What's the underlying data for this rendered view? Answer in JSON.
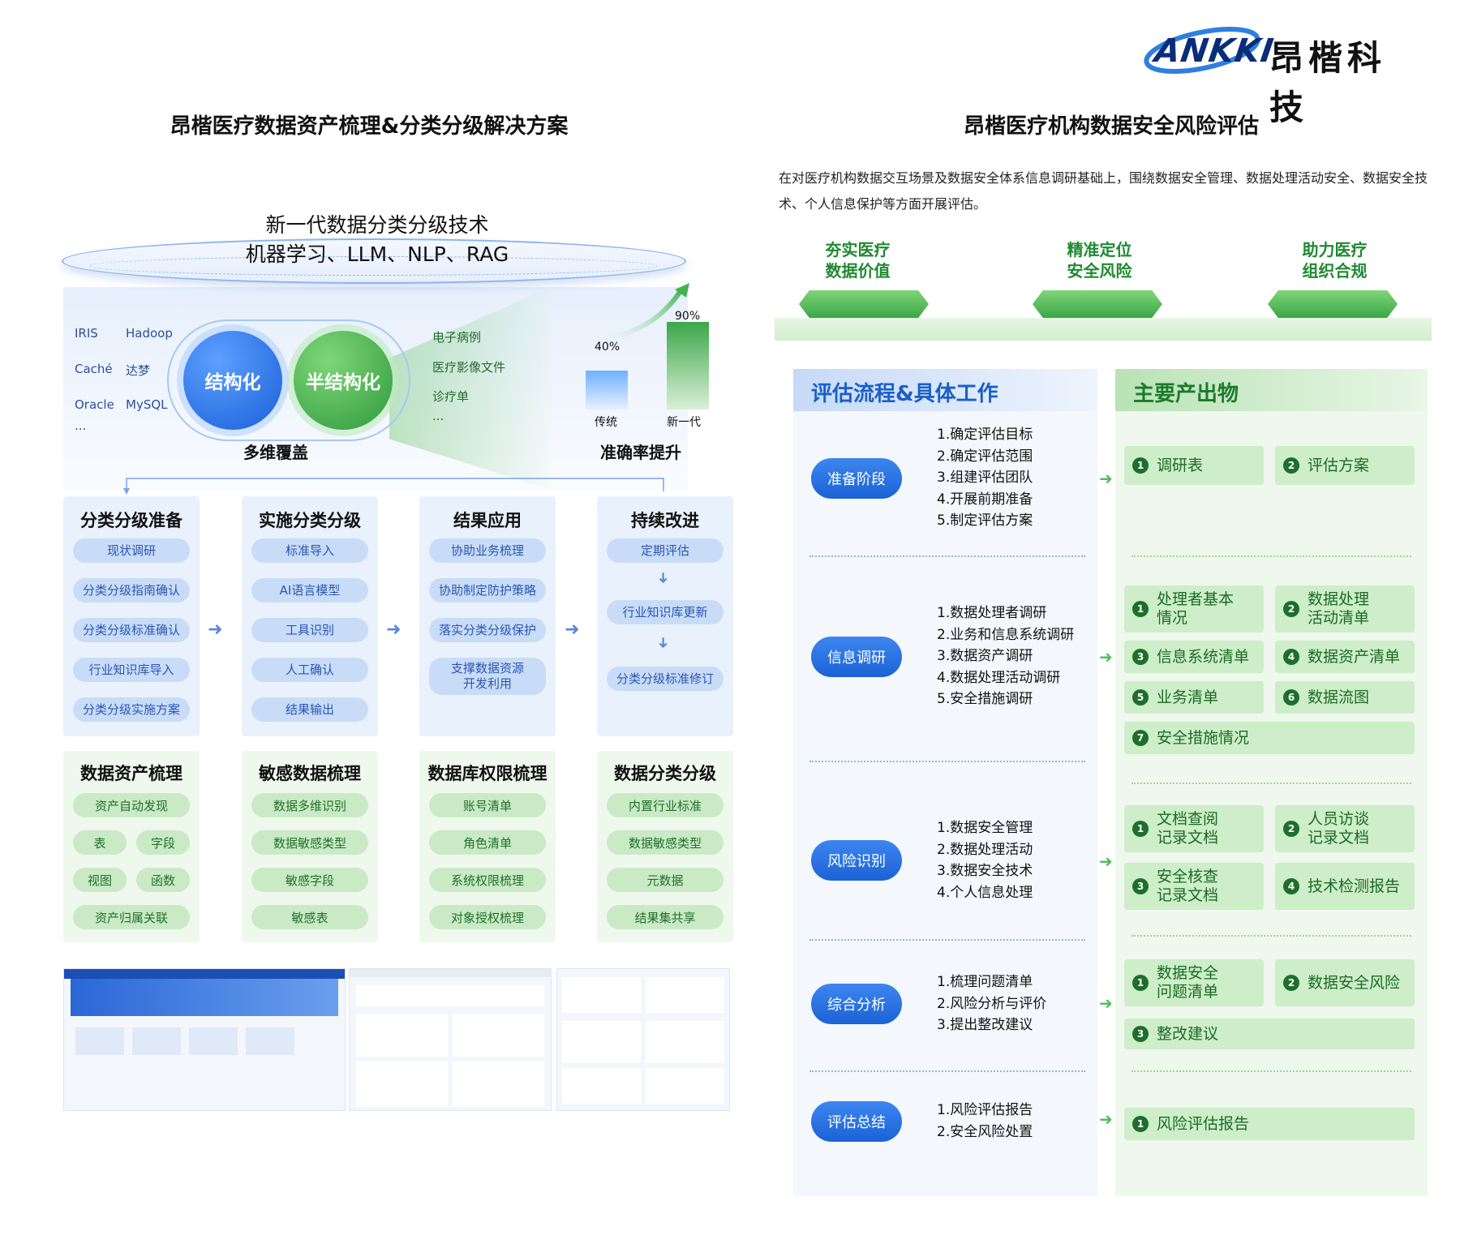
{
  "brand": {
    "en": "ANKKI",
    "cn": "昂楷科技"
  },
  "left": {
    "title": "昂楷医疗数据资产梳理&分类分级解决方案",
    "hero": {
      "line1": "新一代数据分类分级技术",
      "line2": "机器学习、LLM、NLP、RAG"
    },
    "sources": [
      "IRIS",
      "Hadoop",
      "Caché",
      "达梦",
      "Oracle",
      "MySQL",
      "..."
    ],
    "ball1": "结构化",
    "ball2": "半结构化",
    "semi_sources": [
      "电子病例",
      "医疗影像文件",
      "诊疗单",
      "..."
    ],
    "multi": "多维覆盖",
    "accuracy": {
      "label": "准确率提升",
      "traditional": "传统",
      "new": "新一代",
      "traditional_pct": "40%",
      "new_pct": "90%",
      "traditional_value": 40,
      "new_value": 90
    },
    "steps": [
      {
        "title": "分类分级准备",
        "items": [
          "现状调研",
          "分类分级指南确认",
          "分类分级标准确认",
          "行业知识库导入",
          "分类分级实施方案"
        ]
      },
      {
        "title": "实施分类分级",
        "items": [
          "标准导入",
          "AI语言模型",
          "工具识别",
          "人工确认",
          "结果输出"
        ]
      },
      {
        "title": "结果应用",
        "items": [
          "协助业务梳理",
          "协助制定防护策略",
          "落实分类分级保护",
          "支撑数据资源\n开发利用"
        ]
      },
      {
        "title": "持续改进",
        "items": [
          "定期评估",
          "行业知识库更新",
          "分类分级标准修订"
        ]
      }
    ],
    "modules": [
      {
        "title": "数据资产梳理",
        "items": [
          "资产自动发现",
          "表",
          "字段",
          "视图",
          "函数",
          "资产归属关联"
        ]
      },
      {
        "title": "敏感数据梳理",
        "items": [
          "数据多维识别",
          "数据敏感类型",
          "敏感字段",
          "敏感表"
        ]
      },
      {
        "title": "数据库权限梳理",
        "items": [
          "账号清单",
          "角色清单",
          "系统权限梳理",
          "对象授权梳理"
        ]
      },
      {
        "title": "数据分类分级",
        "items": [
          "内置行业标准",
          "数据敏感类型",
          "元数据",
          "结果集共享"
        ]
      }
    ]
  },
  "right": {
    "title": "昂楷医疗机构数据安全风险评估",
    "intro": "在对医疗机构数据交互场景及数据安全体系信息调研基础上，围绕数据安全管理、数据处理活动安全、数据安全技术、个人信息保护等方面开展评估。",
    "goals": [
      [
        "夯实医疗",
        "数据价值"
      ],
      [
        "精准定位",
        "安全风险"
      ],
      [
        "助力医疗",
        "组织合规"
      ]
    ],
    "process_header": "评估流程&具体工作",
    "output_header": "主要产出物",
    "stages": [
      {
        "name": "准备阶段",
        "tasks": [
          "1.确定评估目标",
          "2.确定评估范围",
          "3.组建评估团队",
          "4.开展前期准备",
          "5.制定评估方案"
        ],
        "outputs": [
          [
            "1",
            "调研表"
          ],
          [
            "2",
            "评估方案"
          ]
        ]
      },
      {
        "name": "信息调研",
        "tasks": [
          "1.数据处理者调研",
          "2.业务和信息系统调研",
          "3.数据资产调研",
          "4.数据处理活动调研",
          "5.安全措施调研"
        ],
        "outputs": [
          [
            "1",
            "处理者基本\n情况"
          ],
          [
            "2",
            "数据处理\n活动清单"
          ],
          [
            "3",
            "信息系统清单"
          ],
          [
            "4",
            "数据资产清单"
          ],
          [
            "5",
            "业务清单"
          ],
          [
            "6",
            "数据流图"
          ],
          [
            "7",
            "安全措施情况"
          ]
        ]
      },
      {
        "name": "风险识别",
        "tasks": [
          "1.数据安全管理",
          "2.数据处理活动",
          "3.数据安全技术",
          "4.个人信息处理"
        ],
        "outputs": [
          [
            "1",
            "文档查阅\n记录文档"
          ],
          [
            "2",
            "人员访谈\n记录文档"
          ],
          [
            "3",
            "安全核查\n记录文档"
          ],
          [
            "4",
            "技术检测报告"
          ]
        ]
      },
      {
        "name": "综合分析",
        "tasks": [
          "1.梳理问题清单",
          "2.风险分析与评价",
          "3.提出整改建议"
        ],
        "outputs": [
          [
            "1",
            "数据安全\n问题清单"
          ],
          [
            "2",
            "数据安全风险"
          ],
          [
            "3",
            "整改建议"
          ]
        ]
      },
      {
        "name": "评估总结",
        "tasks": [
          "1.风险评估报告",
          "2.安全风险处置"
        ],
        "outputs": [
          [
            "1",
            "风险评估报告"
          ]
        ]
      }
    ]
  },
  "colors": {
    "blue": "#1b62d6",
    "green": "#3aa646",
    "lightblue": "#e9f1fc",
    "lightgreen": "#eef8ec"
  }
}
